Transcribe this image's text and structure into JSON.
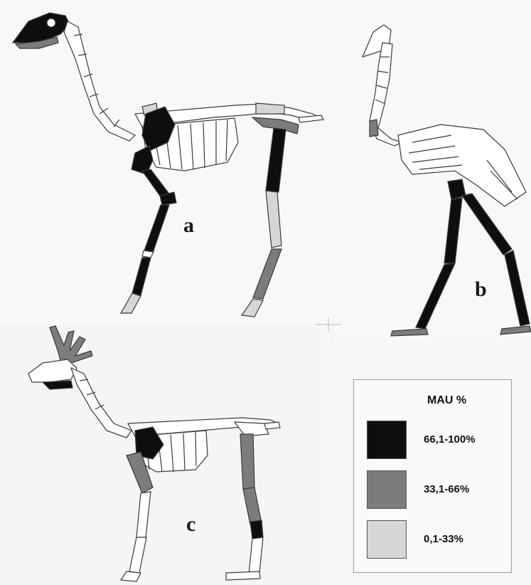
{
  "figure": {
    "panels": [
      {
        "letter": "a",
        "animal": "camelid skeleton"
      },
      {
        "letter": "b",
        "animal": "rhea skeleton"
      },
      {
        "letter": "c",
        "animal": "deer skeleton"
      }
    ],
    "legend": {
      "title": "MAU %",
      "items": [
        {
          "label": "66,1-100%",
          "color": "#0e0e0e"
        },
        {
          "label": "33,1-66%",
          "color": "#7c7c7c"
        },
        {
          "label": "0,1-33%",
          "color": "#d6d6d6"
        }
      ]
    },
    "colors": {
      "high": "#0e0e0e",
      "mid": "#7c7c7c",
      "low": "#d6d6d6",
      "unrep": "#ffffff",
      "outline": "#3a3a3a"
    }
  }
}
